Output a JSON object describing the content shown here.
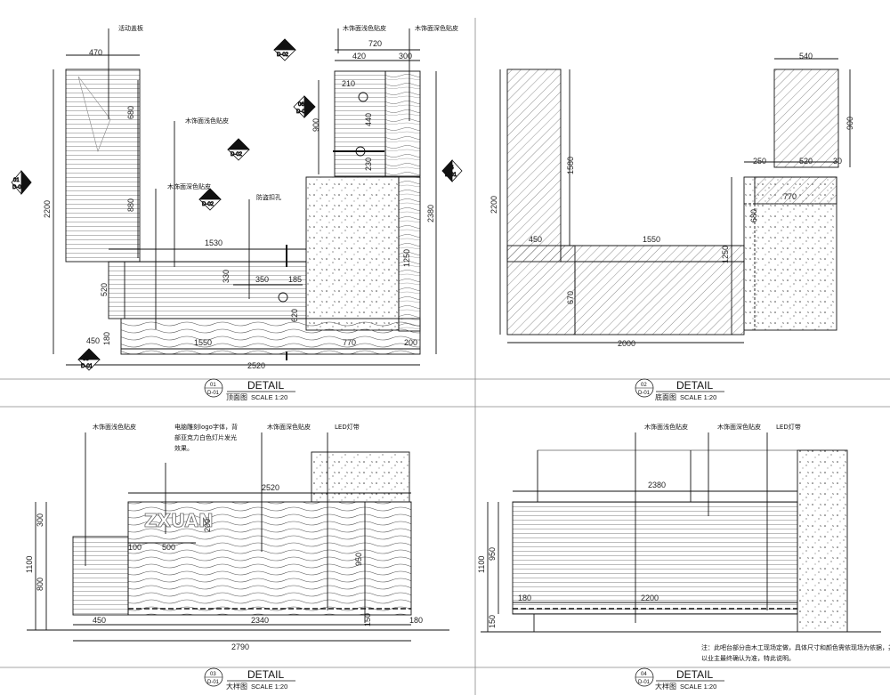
{
  "drawing": {
    "panels": [
      {
        "id": "01",
        "ref": "D-01",
        "title": "DETAIL",
        "subtitle": "顶面图",
        "scale": "SCALE 1:20",
        "labels": [
          "活动盖板",
          "木饰面浅色贴皮",
          "木饰面深色贴皮",
          "木饰面浅色贴皮",
          "木饰面深色贴皮",
          "防盗扣孔"
        ],
        "dims": [
          "470",
          "720",
          "420",
          "300",
          "210",
          "680",
          "880",
          "2200",
          "2380",
          "1530",
          "520",
          "350",
          "185",
          "330",
          "620",
          "1250",
          "1550",
          "770",
          "200",
          "450",
          "180",
          "2520",
          "900",
          "230",
          "440"
        ],
        "section_tags": [
          {
            "num": "01",
            "ref": "D-01"
          },
          {
            "num": "02",
            "ref": "D-02"
          },
          {
            "num": "03",
            "ref": "D-01"
          },
          {
            "num": "04",
            "ref": "D-01"
          },
          {
            "num": "05",
            "ref": "D-02"
          },
          {
            "num": "06",
            "ref": "D-02"
          },
          {
            "num": "07",
            "ref": "D-02"
          }
        ]
      },
      {
        "id": "02",
        "ref": "D-01",
        "title": "DETAIL",
        "subtitle": "底面图",
        "scale": "SCALE 1:20",
        "dims": [
          "540",
          "900",
          "1580",
          "2200",
          "250",
          "520",
          "30",
          "770",
          "680",
          "450",
          "1550",
          "1250",
          "670",
          "2000"
        ]
      },
      {
        "id": "03",
        "ref": "D-01",
        "title": "DETAIL",
        "subtitle": "大样图",
        "scale": "SCALE 1:20",
        "labels": [
          "木饰面浅色贴皮",
          "电脑雕刻logo字体，背",
          "部亚克力白色灯片发光",
          "效果。",
          "木饰面深色贴皮",
          "LED灯带"
        ],
        "logo": "ZXUAN",
        "dims": [
          "2520",
          "300",
          "1100",
          "800",
          "100",
          "500",
          "200",
          "950",
          "450",
          "2340",
          "150",
          "180",
          "2790"
        ]
      },
      {
        "id": "04",
        "ref": "D-01",
        "title": "DETAIL",
        "subtitle": "大样图",
        "scale": "SCALE 1:20",
        "labels": [
          "木饰面浅色贴皮",
          "木饰面深色贴皮",
          "LED灯带"
        ],
        "dims": [
          "2380",
          "1100",
          "950",
          "180",
          "2200",
          "150"
        ],
        "note_lines": [
          "注：此吧台部分由木工现场定做，具体尺寸和颜色需依现场为依据，并",
          "以业主最终确认为准，特此说明。"
        ]
      }
    ]
  }
}
